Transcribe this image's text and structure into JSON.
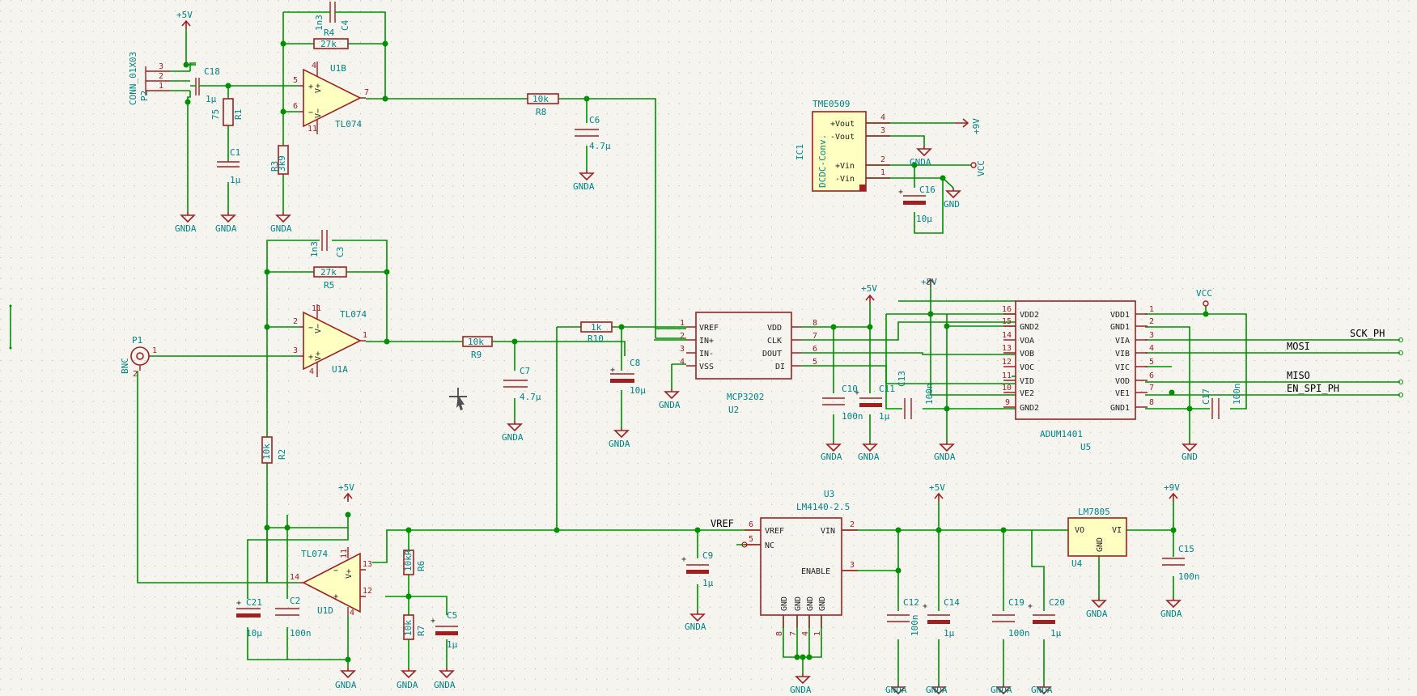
{
  "icon_names": [
    "cursor-crosshair-icon"
  ],
  "colors": {
    "wire": "#009000",
    "component": "#a02020",
    "body_fill": "#ffffc2",
    "label": "#008484",
    "background": "#f5f4ef"
  },
  "power_labels": {
    "p5v": "+5V",
    "p9v": "+9V",
    "gnda": "GNDA",
    "gnd": "GND",
    "vcc": "VCC"
  },
  "nets": {
    "vref": "VREF",
    "sck": "SCK_PH",
    "mosi": "MOSI",
    "miso": "MISO",
    "en_spi": "EN_SPI_PH"
  },
  "components": {
    "P2": {
      "ref": "P2",
      "value": "CONN_01X03",
      "pins": [
        "3",
        "2",
        "1"
      ]
    },
    "P1": {
      "ref": "P1",
      "value": "BNC",
      "pins": [
        "1",
        "2"
      ]
    },
    "C18": {
      "ref": "C18",
      "value": "1µ"
    },
    "R1": {
      "ref": "R1",
      "value": "75"
    },
    "C1": {
      "ref": "C1",
      "value": "1µ"
    },
    "C4": {
      "ref": "C4",
      "value": "1n3"
    },
    "R4": {
      "ref": "R4",
      "value": "27k"
    },
    "R3": {
      "ref": "R3",
      "value": "3k9"
    },
    "U1B": {
      "ref": "U1B",
      "value": "TL074",
      "pins": [
        "5",
        "6",
        "7",
        "4",
        "11"
      ]
    },
    "R8": {
      "ref": "R8",
      "value": "10k"
    },
    "C6": {
      "ref": "C6",
      "value": "4.7µ"
    },
    "C3": {
      "ref": "C3",
      "value": "1n3"
    },
    "R5": {
      "ref": "R5",
      "value": "27k"
    },
    "U1A": {
      "ref": "U1A",
      "value": "TL074",
      "pins": [
        "2",
        "3",
        "1",
        "4",
        "11"
      ]
    },
    "R9": {
      "ref": "R9",
      "value": "10k"
    },
    "C7": {
      "ref": "C7",
      "value": "4.7µ"
    },
    "R10": {
      "ref": "R10",
      "value": "1k"
    },
    "C8": {
      "ref": "C8",
      "value": "10µ"
    },
    "R2": {
      "ref": "R2",
      "value": "10k"
    },
    "U1D": {
      "ref": "U1D",
      "value": "TL074",
      "pins": [
        "14",
        "13",
        "12",
        "11",
        "4"
      ]
    },
    "C21": {
      "ref": "C21",
      "value": "10µ"
    },
    "C2": {
      "ref": "C2",
      "value": "100n"
    },
    "R6": {
      "ref": "R6",
      "value": "10kR"
    },
    "R7": {
      "ref": "R7",
      "value": "10k"
    },
    "C5": {
      "ref": "C5",
      "value": "1µ"
    },
    "IC1": {
      "ref": "IC1",
      "value": "TME0509",
      "subvalue": "DCDC-Conv.",
      "pins": [
        {
          "num": "4",
          "name": "+Vout"
        },
        {
          "num": "3",
          "name": "-Vout"
        },
        {
          "num": "2",
          "name": "+Vin"
        },
        {
          "num": "1",
          "name": "-Vin"
        }
      ]
    },
    "C16": {
      "ref": "C16",
      "value": "10µ"
    },
    "U2": {
      "ref": "U2",
      "value": "MCP3202",
      "pins_left": [
        {
          "num": "1",
          "name": "VREF"
        },
        {
          "num": "2",
          "name": "IN+"
        },
        {
          "num": "3",
          "name": "IN-"
        },
        {
          "num": "4",
          "name": "VSS"
        }
      ],
      "pins_right": [
        {
          "num": "8",
          "name": "VDD"
        },
        {
          "num": "7",
          "name": "CLK"
        },
        {
          "num": "6",
          "name": "DOUT"
        },
        {
          "num": "5",
          "name": "DI"
        }
      ]
    },
    "C10": {
      "ref": "C10",
      "value": "100n"
    },
    "C11": {
      "ref": "C11",
      "value": "1µ"
    },
    "C13": {
      "ref": "C13",
      "value": "100n"
    },
    "U5": {
      "ref": "U5",
      "value": "ADUM1401",
      "pins_left": [
        {
          "num": "16",
          "name": "VDD2"
        },
        {
          "num": "15",
          "name": "GND2"
        },
        {
          "num": "14",
          "name": "VOA"
        },
        {
          "num": "13",
          "name": "VOB"
        },
        {
          "num": "12",
          "name": "VOC"
        },
        {
          "num": "11",
          "name": "VID"
        },
        {
          "num": "10",
          "name": "VE2"
        },
        {
          "num": "9",
          "name": "GND2"
        }
      ],
      "pins_right": [
        {
          "num": "1",
          "name": "VDD1"
        },
        {
          "num": "2",
          "name": "GND1"
        },
        {
          "num": "3",
          "name": "VIA"
        },
        {
          "num": "4",
          "name": "VIB"
        },
        {
          "num": "5",
          "name": "VIC"
        },
        {
          "num": "6",
          "name": "VOD"
        },
        {
          "num": "7",
          "name": "VE1"
        },
        {
          "num": "8",
          "name": "GND1"
        }
      ]
    },
    "C17": {
      "ref": "C17",
      "value": "100n"
    },
    "C9": {
      "ref": "C9",
      "value": "1µ"
    },
    "U3": {
      "ref": "U3",
      "value": "LM4140-2.5",
      "pins_left": [
        {
          "num": "6",
          "name": "VREF"
        },
        {
          "num": "5",
          "name": "NC"
        }
      ],
      "pins_right": [
        {
          "num": "2",
          "name": "VIN"
        },
        {
          "num": "3",
          "name": "ENABLE"
        }
      ],
      "pins_bottom": [
        {
          "num": "8",
          "name": "GND"
        },
        {
          "num": "7",
          "name": "GND"
        },
        {
          "num": "4",
          "name": "GND"
        },
        {
          "num": "1",
          "name": "GND"
        }
      ]
    },
    "C12": {
      "ref": "C12",
      "value": "100n"
    },
    "C14": {
      "ref": "C14",
      "value": "1µ"
    },
    "C19": {
      "ref": "C19",
      "value": "100n"
    },
    "C20": {
      "ref": "C20",
      "value": "1µ"
    },
    "U4": {
      "ref": "U4",
      "value": "LM7805",
      "pins": [
        {
          "name": "VO"
        },
        {
          "name": "VI"
        },
        {
          "name": "GND"
        }
      ]
    },
    "C15": {
      "ref": "C15",
      "value": "100n"
    }
  }
}
